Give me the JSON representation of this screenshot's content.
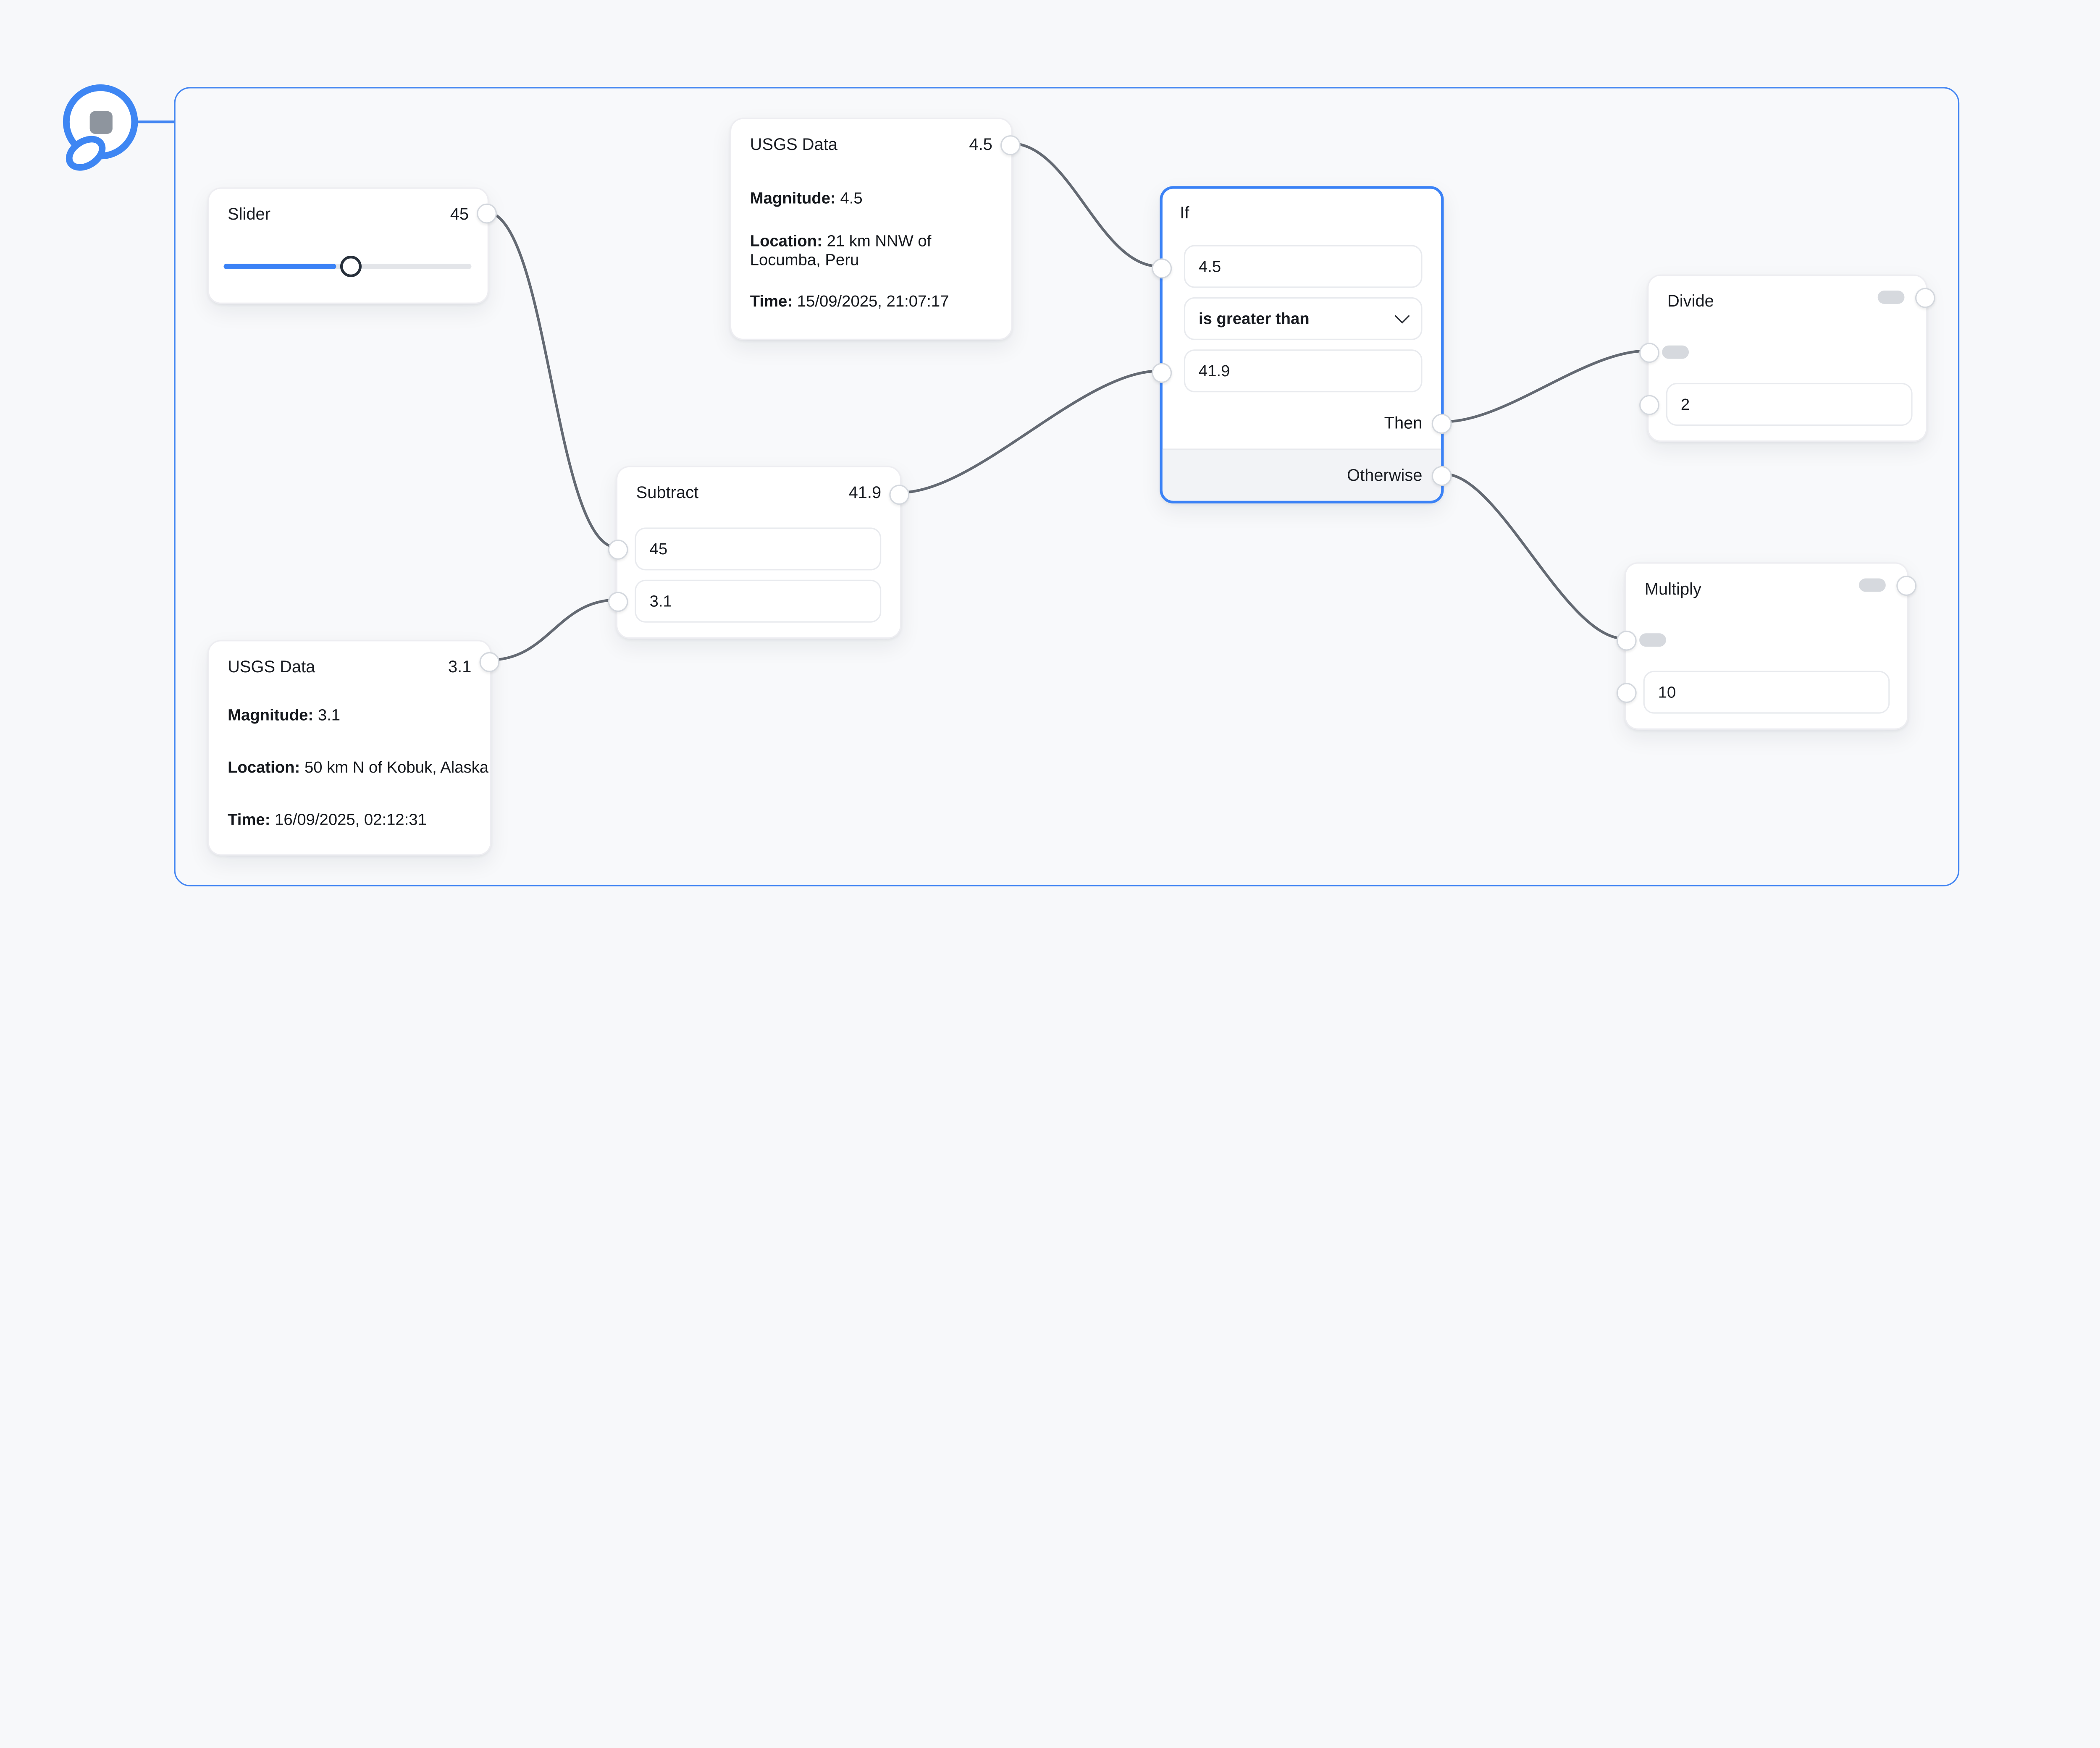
{
  "logo": {
    "icon": "chat-bubble-icon"
  },
  "colors": {
    "accent": "#3b82f6",
    "edge": "#646a73",
    "canvas_bg": "#f7f8fa",
    "container_border": "#4486f2"
  },
  "nodes": {
    "slider": {
      "title": "Slider",
      "value": "45"
    },
    "usgs_top": {
      "title": "USGS Data",
      "value": "4.5",
      "magnitude_label": "Magnitude:",
      "magnitude": "4.5",
      "location_label": "Location:",
      "location": "21 km NNW of Locumba, Peru",
      "time_label": "Time:",
      "time": "15/09/2025, 21:07:17"
    },
    "usgs_bottom": {
      "title": "USGS Data",
      "value": "3.1",
      "magnitude_label": "Magnitude:",
      "magnitude": "3.1",
      "location_label": "Location:",
      "location": "50 km N of Kobuk, Alaska",
      "time_label": "Time:",
      "time": "16/09/2025, 02:12:31"
    },
    "subtract": {
      "title": "Subtract",
      "value": "41.9",
      "input1": "45",
      "input2": "3.1"
    },
    "if": {
      "title": "If",
      "operand1": "4.5",
      "operator": "is greater than",
      "operand2": "41.9",
      "then_label": "Then",
      "otherwise_label": "Otherwise"
    },
    "divide": {
      "title": "Divide",
      "input": "2"
    },
    "multiply": {
      "title": "Multiply",
      "input": "10"
    }
  }
}
